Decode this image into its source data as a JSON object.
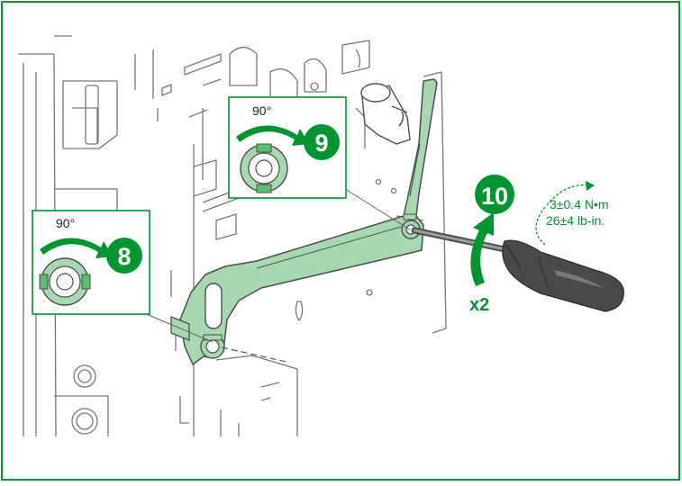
{
  "steps": {
    "step8": {
      "number": "8",
      "angle": "90°"
    },
    "step9": {
      "number": "9",
      "angle": "90°"
    },
    "step10": {
      "number": "10",
      "torque_metric": "3±0.4 N•m",
      "torque_imperial": "26±4 lb-in.",
      "repeat": "x2"
    }
  },
  "colors": {
    "frame": "#009530",
    "accent": "#009530",
    "bracket_fill": "#a6d9b0",
    "line": "#666666",
    "handle": "#4a4a4a"
  }
}
